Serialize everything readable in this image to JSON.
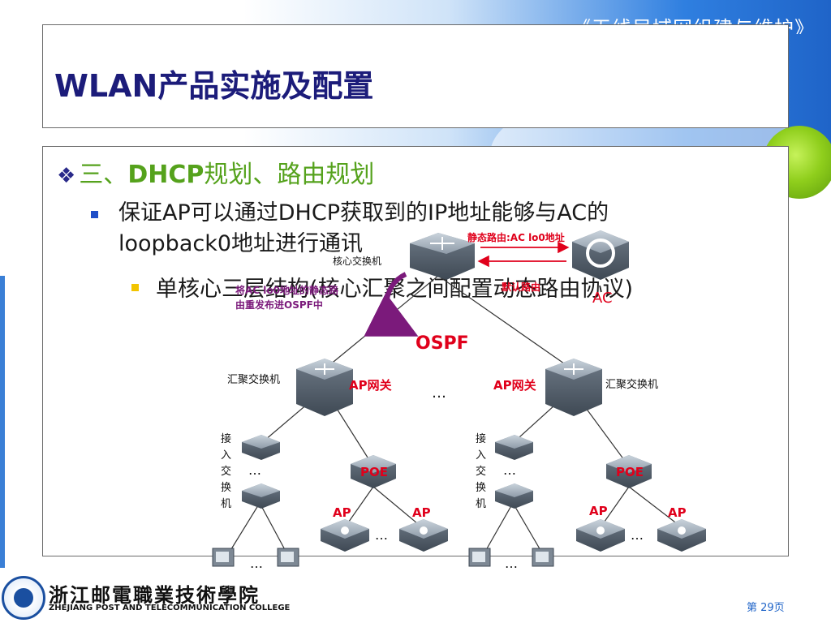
{
  "header": {
    "banner_text": "《无线局域网组建与维护》",
    "title": "WLAN产品实施及配置"
  },
  "content": {
    "heading_prefix": "三、",
    "heading_bold": "DHCP",
    "heading_suffix": "规划、路由规划",
    "point1_line1": "保证AP可以通过DHCP获取到的IP地址能够与AC的",
    "point1_line2": "loopback0地址进行通讯",
    "point2": "单核心三层结构(核心汇聚之间配置动态路由协议)"
  },
  "diagram": {
    "core_label": "核心交换机",
    "ac_label": "AC",
    "static_route_label": "静态路由:AC lo0地址",
    "default_route_label": "默认路由",
    "redistribute_line1": "将AC lo0地址的静态路",
    "redistribute_line2": "由重发布进OSPF中",
    "ospf_label": "OSPF",
    "agg_left_label": "汇聚交换机",
    "agg_right_label": "汇聚交换机",
    "ap_gateway_left": "AP网关",
    "ap_gateway_right": "AP网关",
    "ellipsis_mid": "…",
    "access_chars": [
      "接",
      "入",
      "交",
      "换",
      "机"
    ],
    "ellipsis": "…",
    "poe_label": "POE",
    "ap_label": "AP"
  },
  "footer": {
    "college_cn": "浙江邮電職業技術學院",
    "college_en": "ZHEJIANG POST AND TELECOMMUNICATION COLLEGE",
    "page": "第 29页"
  },
  "colors": {
    "title": "#1c1c7a",
    "heading": "#55a21c",
    "red_label": "#e0001b",
    "purple_arrow": "#7b1a7b"
  }
}
